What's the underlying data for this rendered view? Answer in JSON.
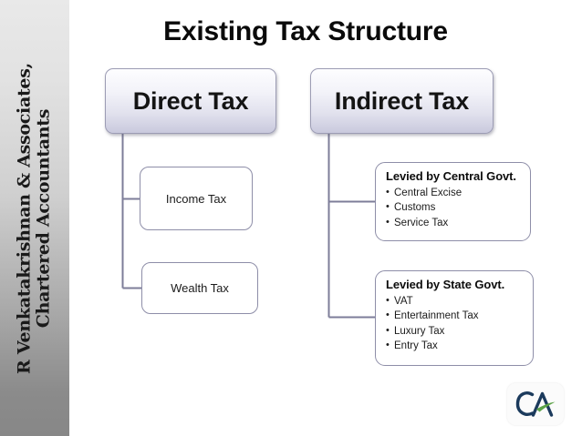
{
  "slide": {
    "title": "Existing Tax Structure",
    "background_color": "#ffffff"
  },
  "sidebar": {
    "line1": "R Venkatakrishnan & Associates,",
    "line2": "Chartered Accountants",
    "gradient_from": "#e9e9e9",
    "gradient_to": "#878787"
  },
  "diagram": {
    "branches": [
      {
        "id": "direct-tax",
        "label": "Direct Tax",
        "children": [
          {
            "id": "income-tax",
            "label": "Income Tax"
          },
          {
            "id": "wealth-tax",
            "label": "Wealth Tax"
          }
        ]
      },
      {
        "id": "indirect-tax",
        "label": "Indirect Tax",
        "children": [
          {
            "id": "levied-central",
            "heading": "Levied by Central Govt.",
            "items": [
              "Central Excise",
              "Customs",
              "Service Tax"
            ]
          },
          {
            "id": "levied-state",
            "heading": "Levied by State Govt.",
            "items": [
              "VAT",
              "Entertainment Tax",
              "Luxury Tax",
              "Entry Tax"
            ]
          }
        ]
      }
    ],
    "node_fill_top": "#eeeef6",
    "node_border": "#8e8ea8",
    "connector_color": "#7d7d99"
  },
  "logo": {
    "name": "ca-institute-logo",
    "letters": "CA",
    "ink_color": "#1b3a5c",
    "accent_color": "#5ba246"
  }
}
